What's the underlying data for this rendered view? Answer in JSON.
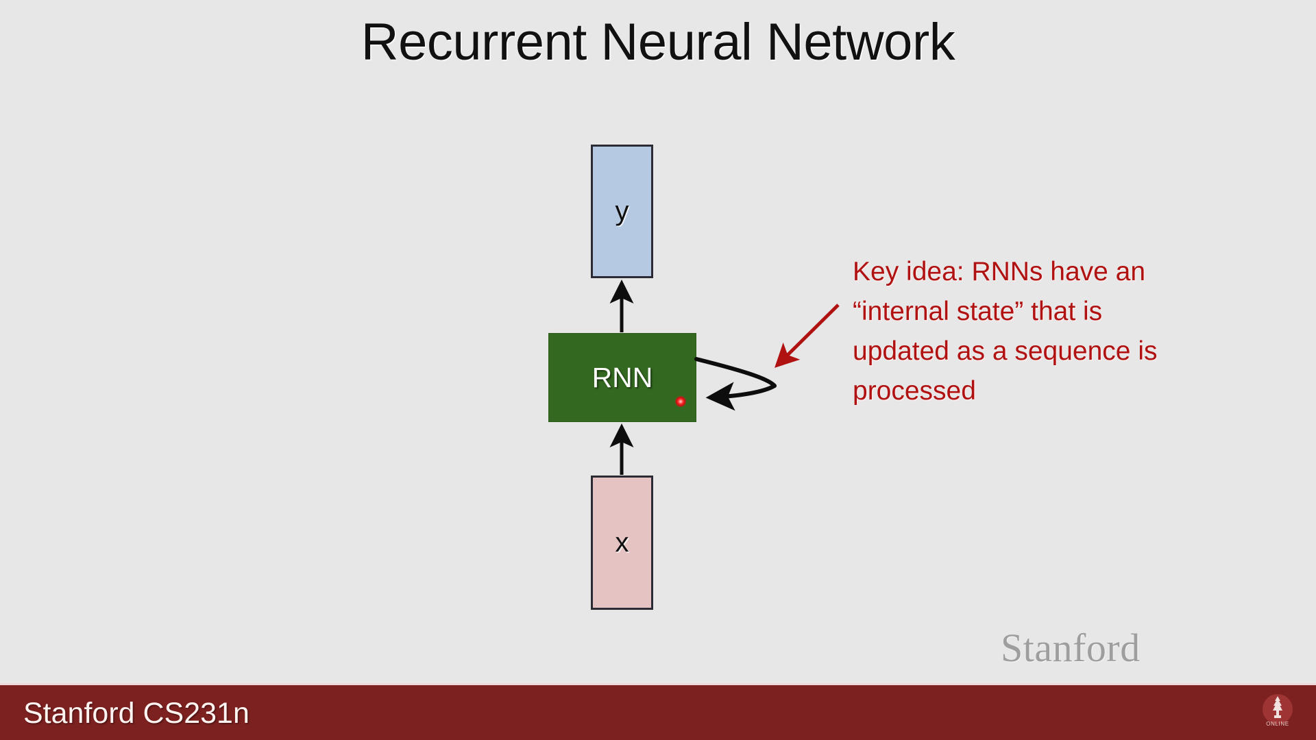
{
  "slide": {
    "title": "Recurrent Neural Network",
    "background_color": "#e7e7e7"
  },
  "diagram": {
    "nodes": [
      {
        "id": "y",
        "label": "y",
        "color": "#b6c9e3",
        "role": "output-node"
      },
      {
        "id": "rnn",
        "label": "RNN",
        "color": "#336820",
        "role": "recurrent-cell"
      },
      {
        "id": "x",
        "label": "x",
        "color": "#e5c3c3",
        "role": "input-node"
      }
    ],
    "edges": [
      {
        "from": "x",
        "to": "y",
        "type": "vertical-arrow"
      },
      {
        "from": "rnn",
        "to": "rnn",
        "type": "self-loop",
        "semantic": "recurrent-connection"
      }
    ],
    "pointer": {
      "type": "laser-dot",
      "color": "#ff2d2d"
    }
  },
  "annotation": {
    "color": "#b01111",
    "lines": [
      "Key idea: RNNs have an",
      "“internal state” that is",
      "updated as a sequence is",
      "processed"
    ],
    "arrow": {
      "color": "#b01111",
      "direction": "down-left",
      "points_to": "recurrent-connection"
    }
  },
  "branding": {
    "watermark": "Stanford",
    "watermark_color": "#9e9e9e",
    "bar_color": "#7d2020",
    "course_label": "Stanford CS231n",
    "logo_name": "stanford-online-logo"
  }
}
